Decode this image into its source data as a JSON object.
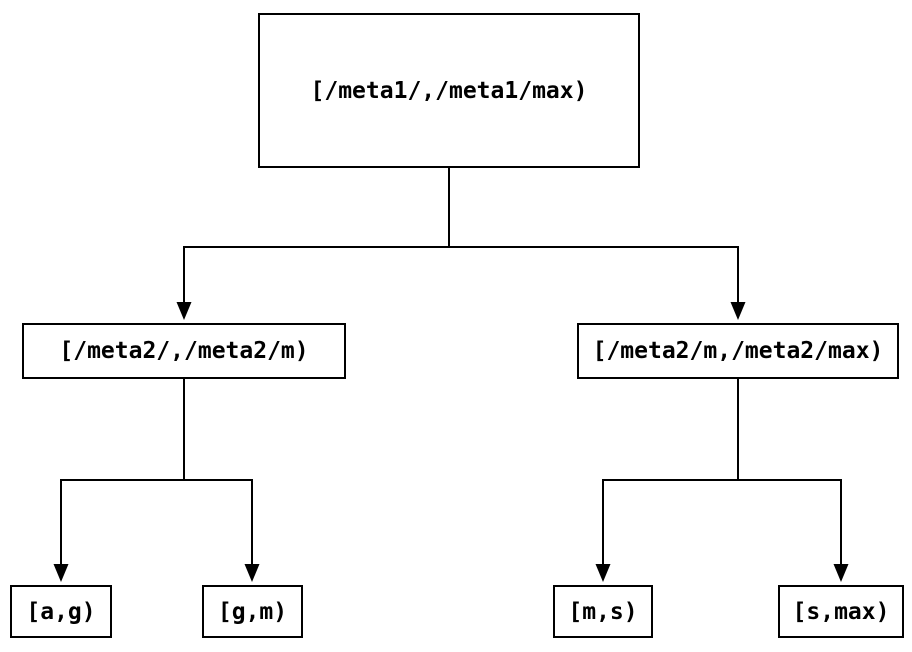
{
  "diagram": {
    "type": "tree",
    "background_color": "#ffffff",
    "line_color": "#000000",
    "text_color": "#000000",
    "nodes": {
      "root": {
        "label": "[/meta1/,/meta1/max)"
      },
      "meta2_low": {
        "label": "[/meta2/,/meta2/m)"
      },
      "meta2_high": {
        "label": "[/meta2/m,/meta2/max)"
      },
      "leaf_a_g": {
        "label": "[a,g)"
      },
      "leaf_g_m": {
        "label": "[g,m)"
      },
      "leaf_m_s": {
        "label": "[m,s)"
      },
      "leaf_s_max": {
        "label": "[s,max)"
      }
    },
    "edges": [
      {
        "from": "root",
        "to": "meta2_low"
      },
      {
        "from": "root",
        "to": "meta2_high"
      },
      {
        "from": "meta2_low",
        "to": "leaf_a_g"
      },
      {
        "from": "meta2_low",
        "to": "leaf_g_m"
      },
      {
        "from": "meta2_high",
        "to": "leaf_m_s"
      },
      {
        "from": "meta2_high",
        "to": "leaf_s_max"
      }
    ]
  }
}
